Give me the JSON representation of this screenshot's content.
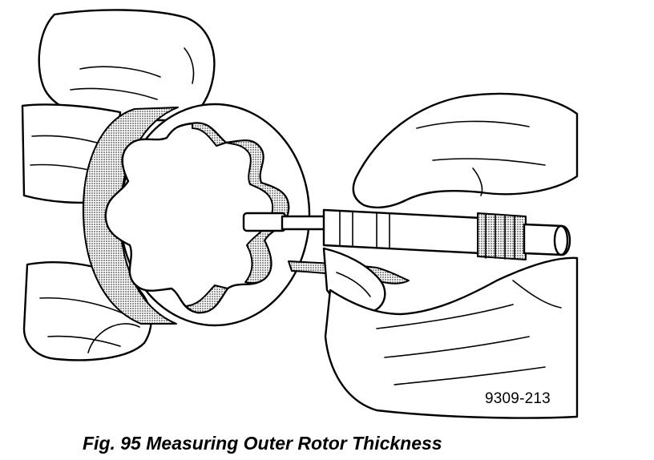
{
  "figure": {
    "reference_number": "9309-213",
    "caption": "Fig. 95 Measuring Outer Rotor Thickness"
  },
  "illustration": {
    "subject": "Outer rotor being measured with a micrometer held in two hands",
    "parts": [
      "outer-rotor",
      "micrometer",
      "left-hand",
      "right-hand"
    ]
  }
}
